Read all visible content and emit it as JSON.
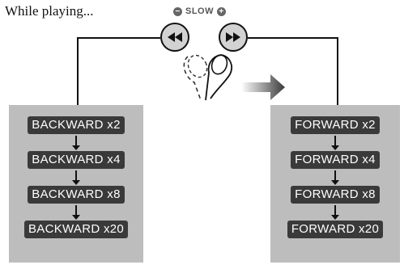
{
  "intro_text": "While playing...",
  "slow_label": "SLOW",
  "slow_minus_symbol": "−",
  "slow_plus_symbol": "+",
  "buttons": {
    "rewind": {
      "icon": "rewind-icon"
    },
    "fast_forward": {
      "icon": "fast-forward-icon"
    }
  },
  "backward_steps": [
    "BACKWARD x2",
    "BACKWARD x4",
    "BACKWARD x8",
    "BACKWARD x20"
  ],
  "forward_steps": [
    "FORWARD x2",
    "FORWARD x4",
    "FORWARD x8",
    "FORWARD x20"
  ],
  "colors": {
    "panel": "#bdbdbd",
    "label_background": "#3a3a3a",
    "label_text": "#ffffff",
    "button_fill": "#d2d2d2"
  }
}
